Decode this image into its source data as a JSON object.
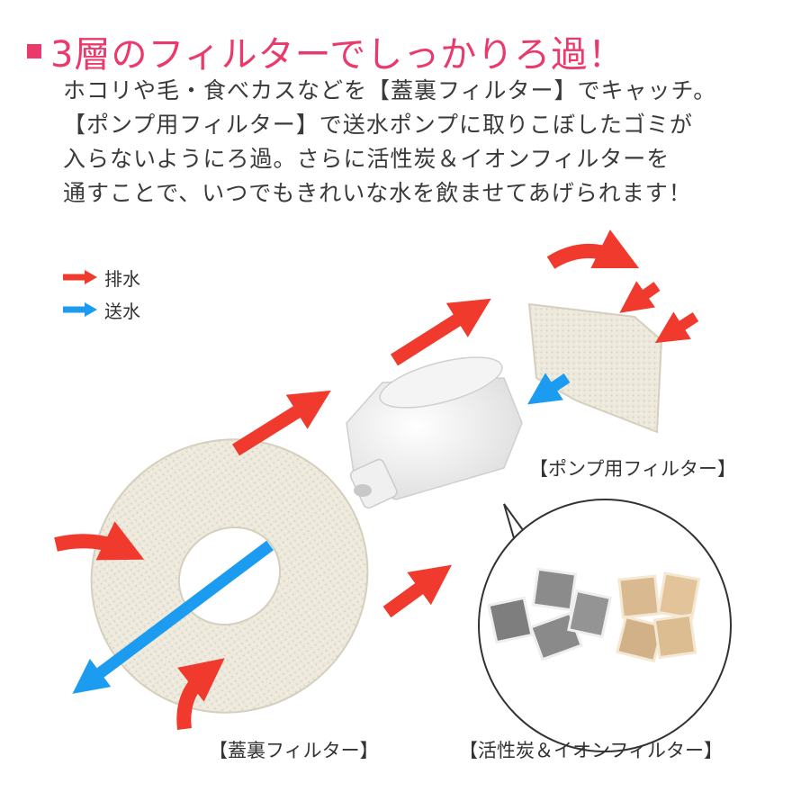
{
  "colors": {
    "accent": "#ea3a6c",
    "drain": "#f03a2e",
    "feed": "#1c9cf0",
    "sponge": "#ede9dc"
  },
  "heading": "3層のフィルターでしっかりろ過！",
  "description": [
    "ホコリや毛・食べカスなどを【蓋裏フィルター】でキャッチ。",
    "【ポンプ用フィルター】で送水ポンプに取りこぼしたゴミが",
    "入らないようにろ過。さらに活性炭＆イオンフィルターを",
    "通すことで、いつでもきれいな水を飲ませてあげられます！"
  ],
  "legend": [
    {
      "icon": "red-arrow-icon",
      "label": "排水"
    },
    {
      "icon": "blue-arrow-icon",
      "label": "送水"
    }
  ],
  "captions": {
    "pump_filter": "【ポンプ用フィルター】",
    "lid_filter": "【蓋裏フィルター】",
    "carbon_filter": "【活性炭＆イオンフィルター】"
  }
}
